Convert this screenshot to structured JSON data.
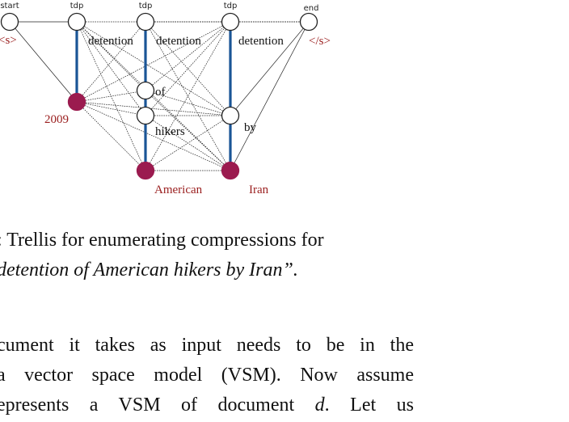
{
  "figure": {
    "header_labels": {
      "start": "start",
      "tdp1": "tdp",
      "tdp2": "tdp",
      "tdp3": "tdp",
      "end": "end"
    },
    "tokens": {
      "s_open": "<s>",
      "s_close": "</s>",
      "detention1": "detention",
      "detention2": "detention",
      "detention3": "detention",
      "of": "of",
      "hikers": "hikers",
      "by": "by",
      "year": "2009",
      "american": "American",
      "iran": "Iran"
    },
    "colors": {
      "highlight_node": "#9b1b4f",
      "label_red": "#9b2020",
      "blue_edge": "#1a5596",
      "edge": "#222222"
    }
  },
  "caption": {
    "line1": ": Trellis for enumerating compressions for",
    "line2": "detention of American hikers by Iran”."
  },
  "body": {
    "line1": "cument it takes as input needs to be in the",
    "line2": "a vector space model (VSM). Now assume",
    "line3_a": "epresents a VSM of document ",
    "line3_var": "d",
    "line3_b": ".  Let us"
  }
}
